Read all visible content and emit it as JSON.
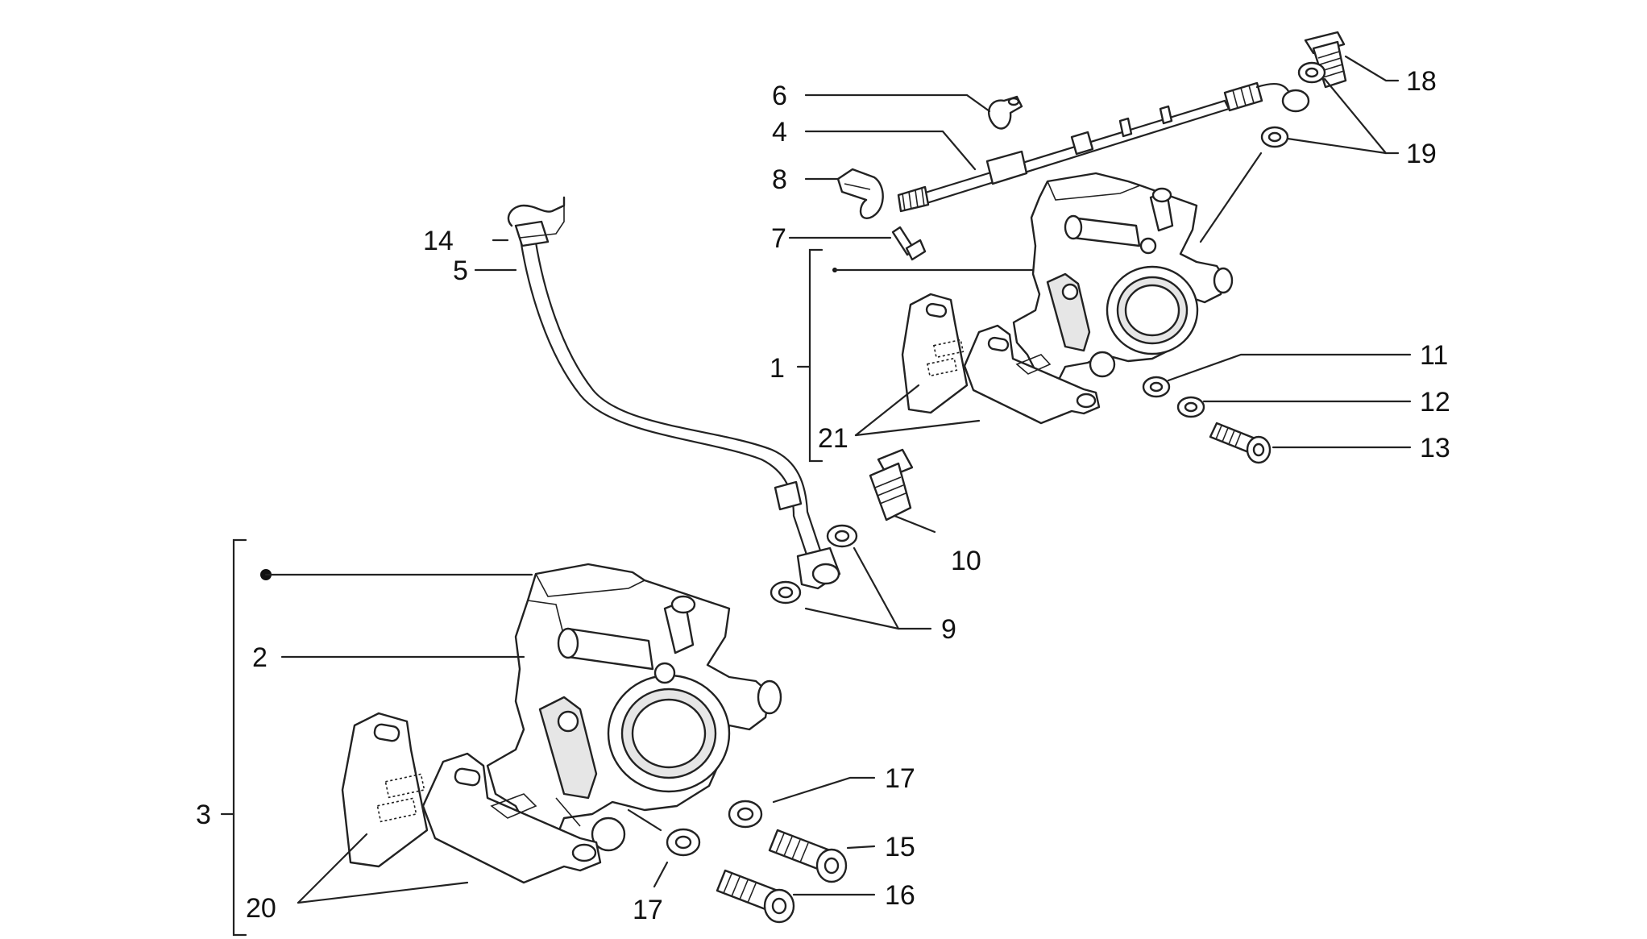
{
  "callouts": {
    "c1": "1",
    "c2": "2",
    "c3": "3",
    "c4": "4",
    "c5": "5",
    "c6": "6",
    "c7": "7",
    "c8": "8",
    "c9": "9",
    "c10": "10",
    "c11": "11",
    "c12": "12",
    "c13": "13",
    "c14": "14",
    "c15": "15",
    "c16": "16",
    "c17a": "17",
    "c17b": "17",
    "c18": "18",
    "c19": "19",
    "c20": "20",
    "c21": "21"
  },
  "colors": {
    "line": "#222222",
    "background": "#ffffff",
    "shade": "#e6e6e6"
  }
}
